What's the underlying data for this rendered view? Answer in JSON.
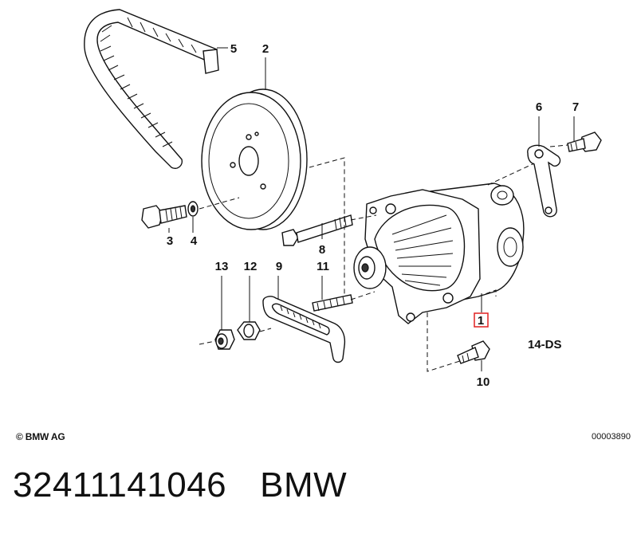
{
  "callouts": {
    "c1": "1",
    "c2": "2",
    "c3": "3",
    "c4": "4",
    "c5": "5",
    "c6": "6",
    "c7": "7",
    "c8": "8",
    "c9": "9",
    "c10": "10",
    "c11": "11",
    "c12": "12",
    "c13": "13"
  },
  "model_code": "14-DS",
  "copyright": "© BMW AG",
  "drawing_number": "00003890",
  "part_number": "32411141046",
  "brand": "BMW",
  "colors": {
    "line": "#111111",
    "highlight_box": "#e02020",
    "background": "#ffffff"
  }
}
